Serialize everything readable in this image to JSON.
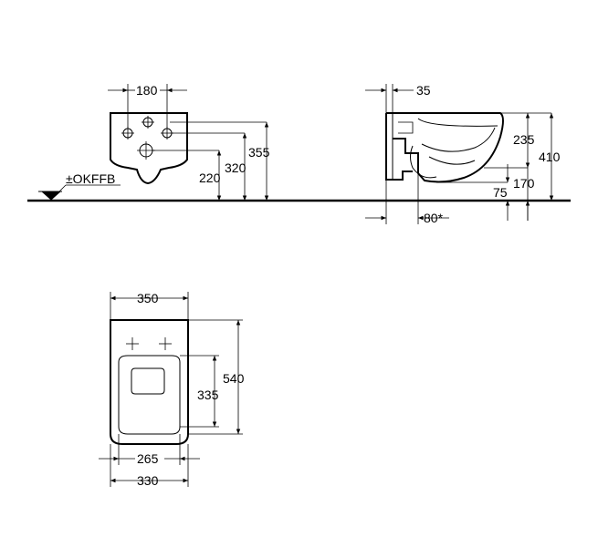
{
  "labels": {
    "top_width": "180",
    "front_height_220": "220",
    "front_height_320": "320",
    "front_height_355": "355",
    "floor_ref": "±OKFFB",
    "side_35": "35",
    "side_235": "235",
    "side_410": "410",
    "side_170": "170",
    "side_75": "75",
    "side_80": "80*",
    "plan_350": "350",
    "plan_540": "540",
    "plan_335": "335",
    "plan_265": "265",
    "plan_330": "330"
  }
}
